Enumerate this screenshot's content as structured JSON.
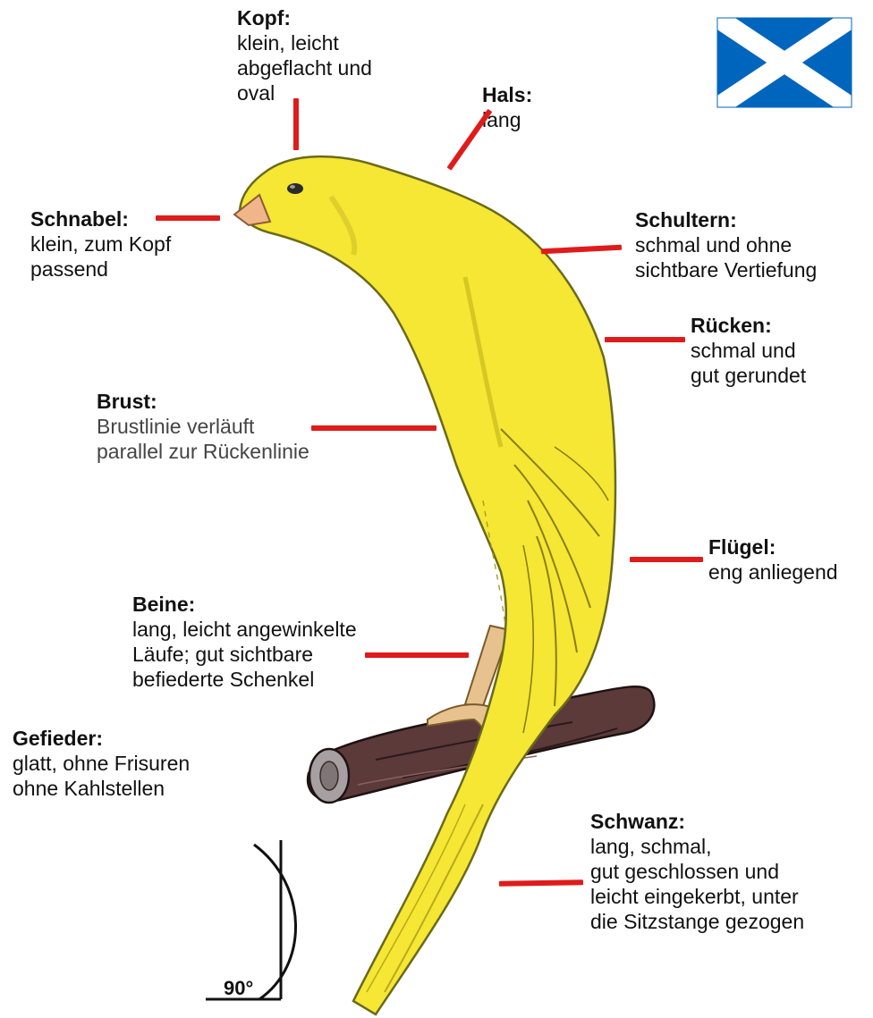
{
  "colors": {
    "leader_line": "#e01b1b",
    "bird_yellow": "#f5e733",
    "bird_outline": "#6b6a1a",
    "perch": "#5c3a3a",
    "flag_blue": "#0065bd"
  },
  "icons": [
    "scotland-flag-icon",
    "canary-bird-illustration",
    "angle-90-icon"
  ],
  "labels": {
    "kopf": {
      "title": "Kopf:",
      "desc": "klein, leicht\nabgeflacht und\noval"
    },
    "hals": {
      "title": "Hals:",
      "desc": "lang"
    },
    "schnabel": {
      "title": "Schnabel:",
      "desc": "klein, zum Kopf\npassend"
    },
    "schultern": {
      "title": "Schultern:",
      "desc": "schmal und ohne\nsichtbare Vertiefung"
    },
    "ruecken": {
      "title": "Rücken:",
      "desc": "schmal und\ngut gerundet"
    },
    "brust": {
      "title": "Brust:",
      "desc": "Brustlinie verläuft\nparallel zur Rückenlinie"
    },
    "fluegel": {
      "title": "Flügel:",
      "desc": "eng anliegend"
    },
    "beine": {
      "title": "Beine:",
      "desc": "lang, leicht angewinkelte\nLäufe; gut sichtbare\nbefiederte Schenkel"
    },
    "gefieder": {
      "title": "Gefieder:",
      "desc": "glatt, ohne Frisuren\nohne Kahlstellen"
    },
    "schwanz": {
      "title": "Schwanz:",
      "desc": "lang, schmal,\ngut geschlossen und\nleicht eingekerbt, unter\ndie Sitzstange gezogen"
    }
  },
  "angle": {
    "label": "90°"
  }
}
